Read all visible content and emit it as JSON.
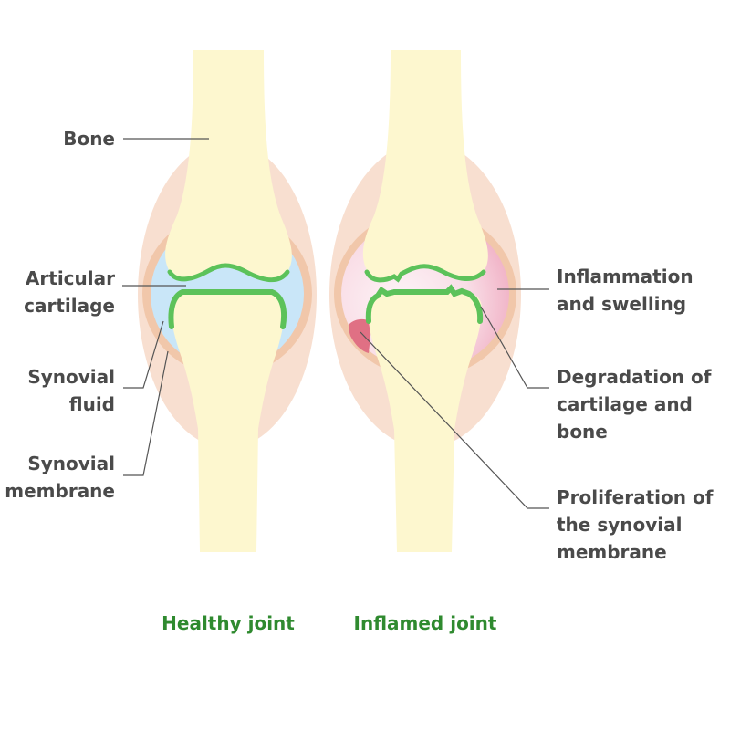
{
  "labels": {
    "bone": "Bone",
    "articular_cartilage": [
      "Articular",
      "cartilage"
    ],
    "synovial_fluid": [
      "Synovial",
      "fluid"
    ],
    "synovial_membrane": [
      "Synovial",
      "membrane"
    ],
    "inflammation": [
      "Inflammation",
      "and swelling"
    ],
    "degradation": [
      "Degradation of",
      "cartilage and",
      "bone"
    ],
    "proliferation": [
      "Proliferation of",
      "the synovial",
      "membrane"
    ]
  },
  "captions": {
    "healthy": "Healthy joint",
    "inflamed": "Inflamed joint"
  },
  "colors": {
    "capsule": "#f8dfd0",
    "membrane": "#f1c7aa",
    "fluid": "#c9e6f8",
    "bone": "#fdf7cf",
    "cartilage": "#5cc25a",
    "cartilage_edge": "#3ea43e",
    "inflamed_fluid": "#f9dde6",
    "inflamed_edge": "#f2b3c6",
    "proliferation": "#e07084",
    "leader": "#555555",
    "label_text": "#4a4a4a",
    "caption_text": "#2f8a2f"
  }
}
